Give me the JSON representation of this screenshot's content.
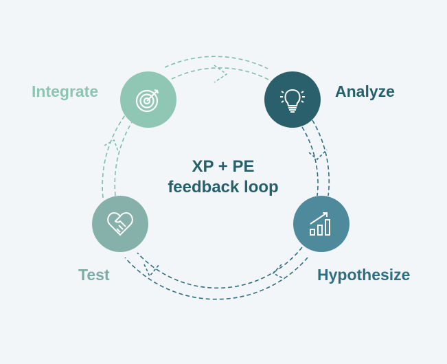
{
  "title": {
    "line1": "XP + PE",
    "line2": "feedback loop"
  },
  "stages": [
    {
      "label": "Integrate",
      "icon": "target-icon",
      "color": "#8fc7b4",
      "label_color": "#8cc5b1"
    },
    {
      "label": "Analyze",
      "icon": "lightbulb-icon",
      "color": "#2a5f6c",
      "label_color": "#25606d"
    },
    {
      "label": "Hypothesize",
      "icon": "bar-chart-growth-icon",
      "color": "#4f8a9c",
      "label_color": "#2f6e80"
    },
    {
      "label": "Test",
      "icon": "handshake-heart-icon",
      "color": "#86b0aa",
      "label_color": "#7eaba4"
    }
  ]
}
